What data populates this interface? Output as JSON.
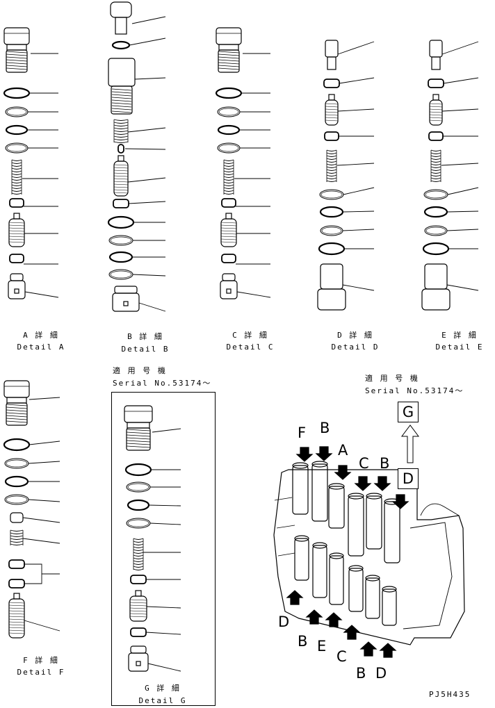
{
  "details": [
    {
      "jp": "A 詳 細",
      "en": "Detail A"
    },
    {
      "jp": "B 詳 細",
      "en": "Detail B"
    },
    {
      "jp": "C 詳 細",
      "en": "Detail C"
    },
    {
      "jp": "D 詳 細",
      "en": "Detail D"
    },
    {
      "jp": "E 詳 細",
      "en": "Detail E"
    },
    {
      "jp": "F 詳 細",
      "en": "Detail F"
    },
    {
      "jp": "G 詳 細",
      "en": "Detail G"
    }
  ],
  "serial_notes": [
    {
      "jp": "適 用 号 機",
      "en": "Serial No.53174～"
    },
    {
      "jp": "適 用 号 機",
      "en": "Serial No.53174～"
    }
  ],
  "assembly_letters": {
    "top": [
      "F",
      "B",
      "A",
      "C",
      "B"
    ],
    "boxed_d": "D",
    "boxed_g": "G",
    "bottom": [
      "D",
      "B",
      "E",
      "C",
      "B",
      "D"
    ]
  },
  "drawing_code": "PJ5H435"
}
